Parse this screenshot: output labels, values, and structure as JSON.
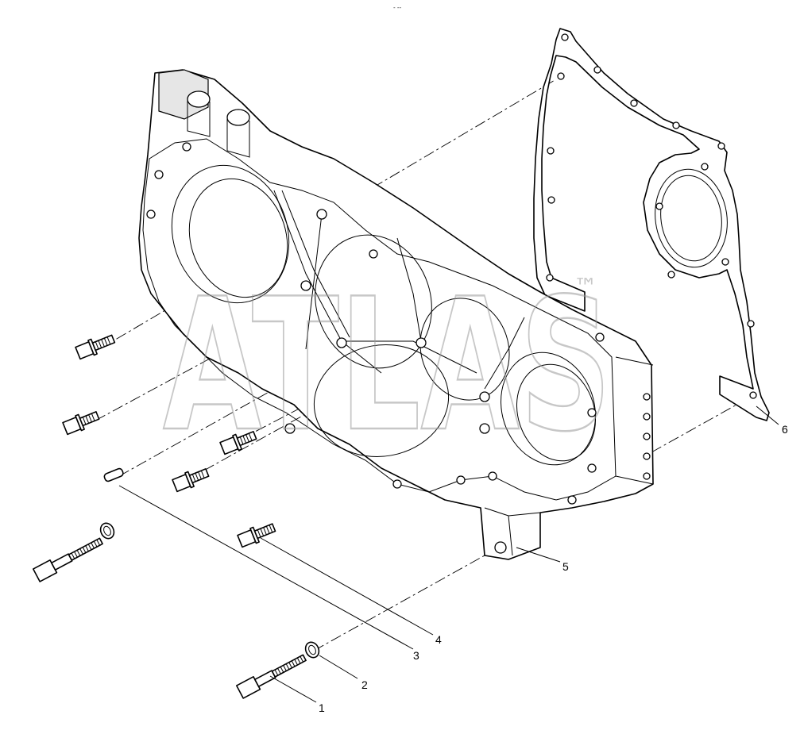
{
  "watermark": {
    "text": "ATLAS",
    "trademark": "™"
  },
  "callouts": [
    {
      "id": "1",
      "label": "1"
    },
    {
      "id": "2",
      "label": "2"
    },
    {
      "id": "3",
      "label": "3"
    },
    {
      "id": "4",
      "label": "4"
    },
    {
      "id": "5",
      "label": "5"
    },
    {
      "id": "6",
      "label": "6"
    }
  ],
  "header_mark": "- --"
}
